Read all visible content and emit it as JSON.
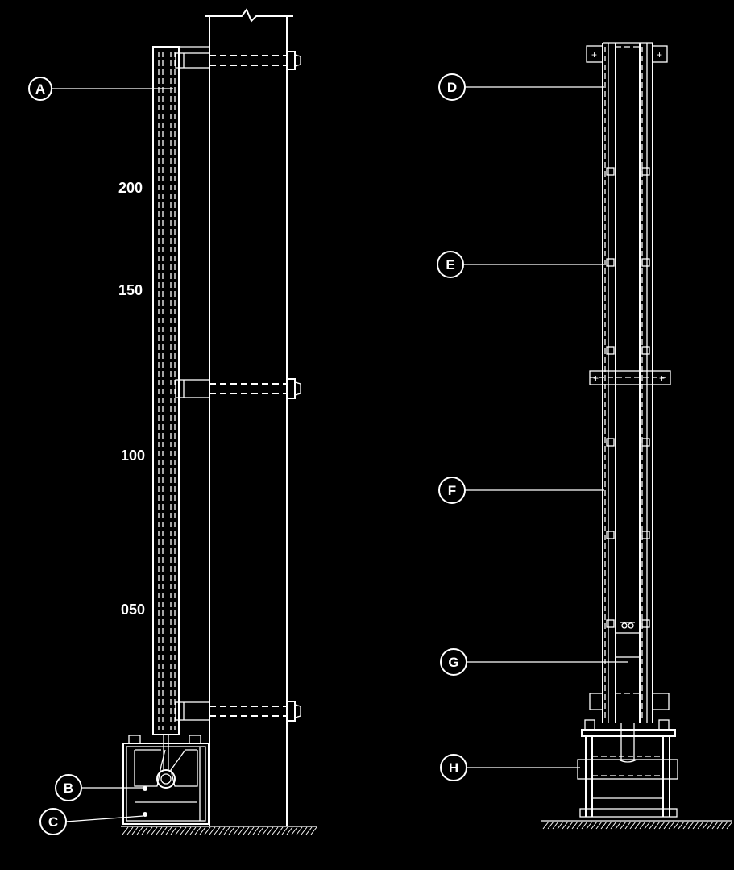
{
  "scale_labels": [
    "200",
    "150",
    "100",
    "050"
  ],
  "callouts": {
    "A": "A",
    "B": "B",
    "C": "C",
    "D": "D",
    "E": "E",
    "F": "F",
    "G": "G",
    "H": "H"
  },
  "colors": {
    "background": "#000000",
    "linework": "#ffffff"
  }
}
